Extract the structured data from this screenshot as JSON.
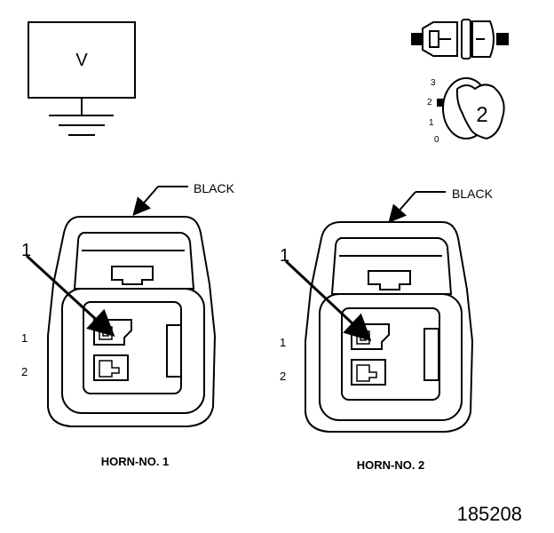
{
  "voltmeter": {
    "label": "V"
  },
  "switch_icon": {
    "positions": [
      "3",
      "2",
      "1",
      "0"
    ],
    "selected": "2"
  },
  "connectors": [
    {
      "color_label": "BLACK",
      "callout": "1",
      "pins": [
        "1",
        "2"
      ],
      "title": "HORN-NO. 1"
    },
    {
      "color_label": "BLACK",
      "callout": "1",
      "pins": [
        "1",
        "2"
      ],
      "title": "HORN-NO. 2"
    }
  ],
  "figure_number": "185208"
}
